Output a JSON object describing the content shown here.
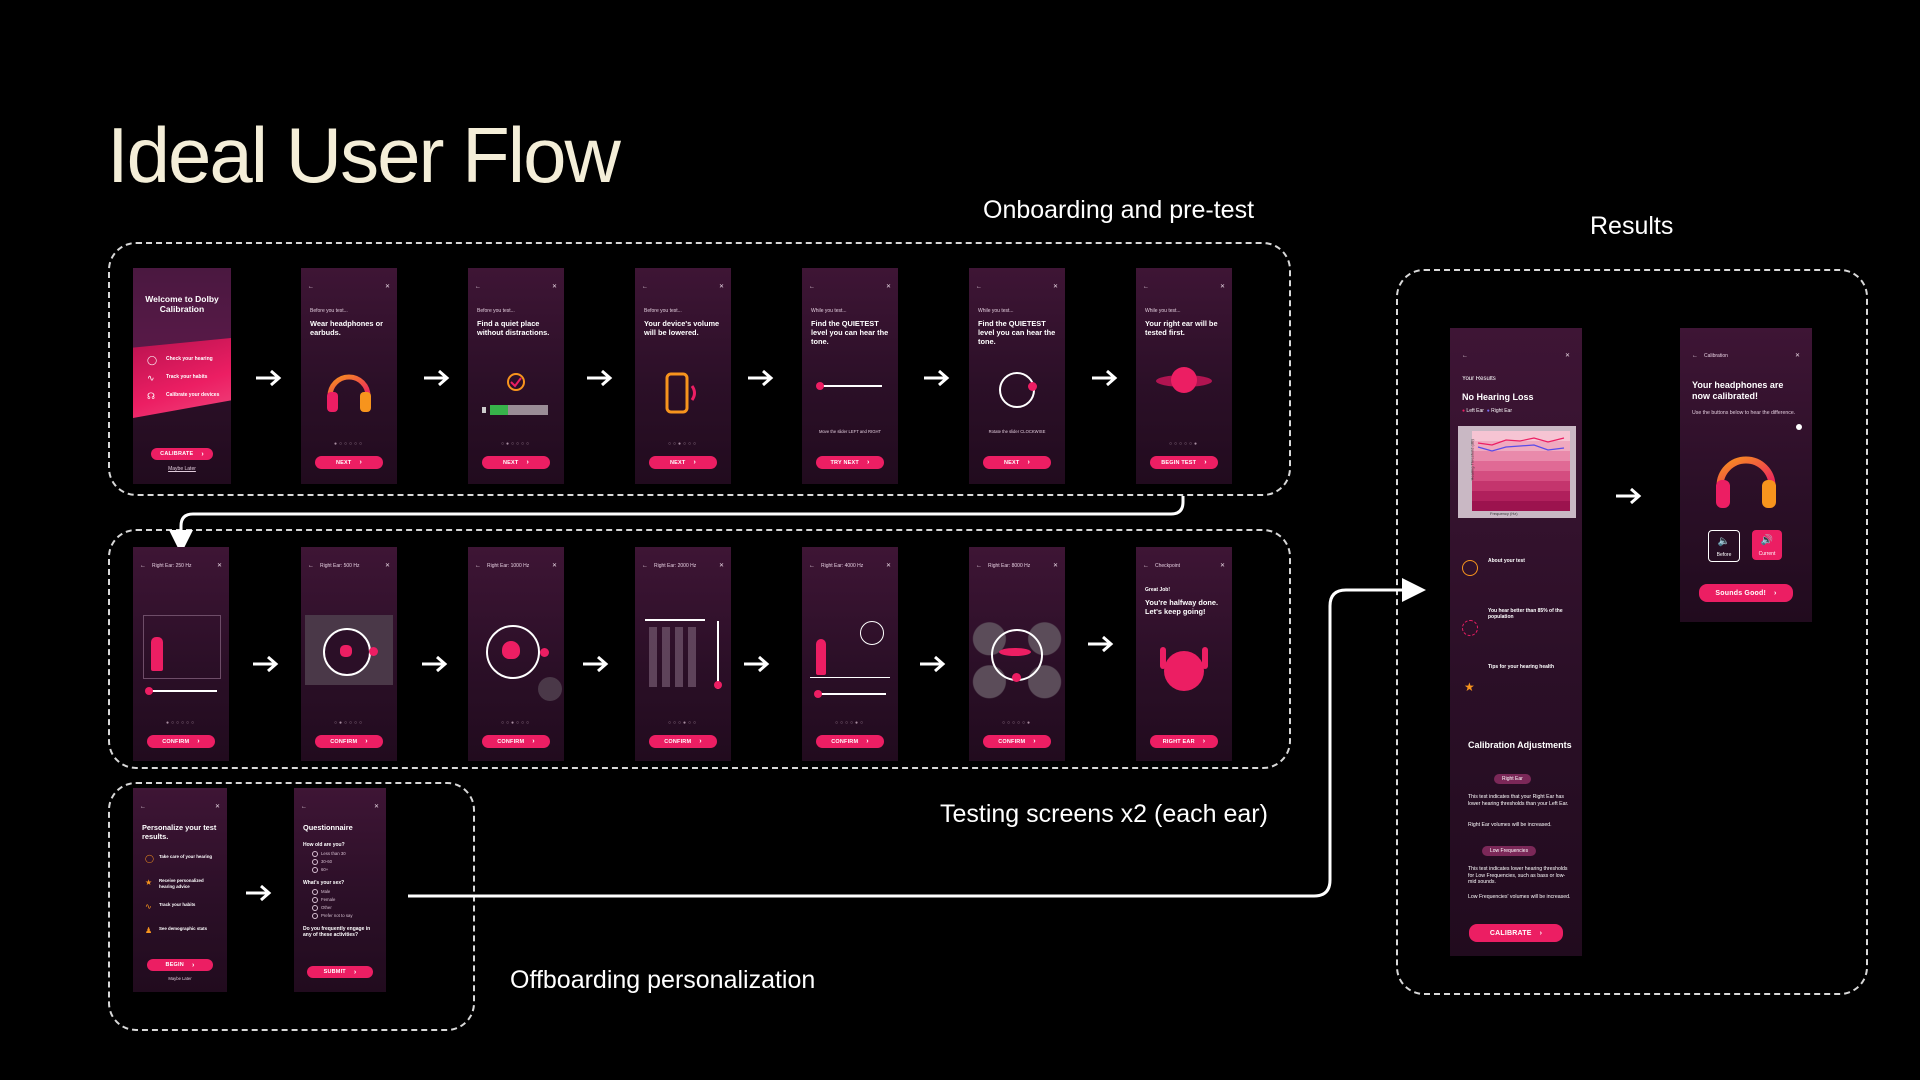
{
  "page": {
    "title": "Ideal User Flow",
    "sections": {
      "onboarding": "Onboarding and pre-test",
      "testing": "Testing screens x2 (each ear)",
      "offboarding": "Offboarding personalization",
      "results": "Results"
    }
  },
  "onboarding": {
    "welcome": {
      "title": "Welcome to Dolby Calibration",
      "items": [
        "Check your hearing",
        "Track your habits",
        "Calibrate your devices"
      ],
      "cta": "CALIBRATE",
      "link": "Maybe Later"
    },
    "screens": [
      {
        "kicker": "Before you test...",
        "heading": "Wear headphones or earbuds.",
        "cta": "NEXT"
      },
      {
        "kicker": "Before you test...",
        "heading": "Find a quiet place without distractions.",
        "cta": "NEXT"
      },
      {
        "kicker": "Before you test...",
        "heading": "Your device's volume will be lowered.",
        "cta": "NEXT"
      },
      {
        "kicker": "While you test...",
        "heading": "Find the QUIETEST level you can hear the tone.",
        "hint": "Move the slider LEFT and RIGHT",
        "cta": "TRY NEXT"
      },
      {
        "kicker": "While you test...",
        "heading": "Find the QUIETEST level you can hear the tone.",
        "hint": "Rotate the slider CLOCKWISE",
        "cta": "NEXT"
      },
      {
        "kicker": "While you test...",
        "heading": "Your right ear will be tested first.",
        "cta": "BEGIN TEST"
      }
    ]
  },
  "testing": {
    "screens": [
      {
        "header": "Right Ear: 250 Hz",
        "cta": "CONFIRM"
      },
      {
        "header": "Right Ear: 500 Hz",
        "cta": "CONFIRM"
      },
      {
        "header": "Right Ear: 1000 Hz",
        "cta": "CONFIRM"
      },
      {
        "header": "Right Ear: 2000 Hz",
        "cta": "CONFIRM"
      },
      {
        "header": "Right Ear: 4000 Hz",
        "cta": "CONFIRM"
      },
      {
        "header": "Right Ear: 8000 Hz",
        "cta": "CONFIRM"
      }
    ],
    "checkpoint": {
      "header": "Checkpoint",
      "great": "Great Job!",
      "heading": "You're halfway done. Let's keep going!",
      "cta": "RIGHT EAR"
    }
  },
  "offboarding": {
    "personalize": {
      "heading": "Personalize your test results.",
      "items": [
        "Take care of your hearing",
        "Receive personalized hearing advice",
        "Track your habits",
        "See demographic stats"
      ],
      "cta": "BEGIN",
      "link": "Maybe Later"
    },
    "questionnaire": {
      "title": "Questionnaire",
      "q1": "How old are you?",
      "q1_options": [
        "Less than 30",
        "30-60",
        "60+"
      ],
      "q2": "What's your sex?",
      "q2_options": [
        "Male",
        "Female",
        "Other",
        "Prefer not to say"
      ],
      "q3": "Do you frequently engage in any of these activities?",
      "cta": "SUBMIT"
    }
  },
  "results": {
    "header": "Your Results",
    "heading": "No Hearing Loss",
    "legend": [
      "Left Ear",
      "Right Ear"
    ],
    "xaxis": "Frequency (Hz)",
    "yaxis": "Hearing Threshold (dB)",
    "sections": [
      {
        "title": "About your test"
      },
      {
        "title": "You hear better than 85% of the population"
      },
      {
        "title": "Tips for your hearing health"
      }
    ],
    "calibration_title": "Calibration Adjustments",
    "chip1": "Right Ear",
    "text1": "This test indicates that your Right Ear has lower hearing thresholds than your Left Ear.",
    "text2": "Right Ear volumes will be increased.",
    "chip2": "Low Frequencies",
    "text3": "This test indicates lower hearing thresholds for Low Frequencies, such as bass or low-mid sounds.",
    "text4": "Low Frequencies' volumes will be increased.",
    "cta": "CALIBRATE"
  },
  "calibrated": {
    "header": "Calibration",
    "heading": "Your headphones are now calibrated!",
    "sub": "Use the buttons below to hear the difference.",
    "before": "Before",
    "current": "Current",
    "cta": "Sounds Good!"
  },
  "colors": {
    "accent": "#EC1E63",
    "orange": "#F7941D",
    "screen_bg": "#2B0F27",
    "title": "#F4EED8"
  }
}
